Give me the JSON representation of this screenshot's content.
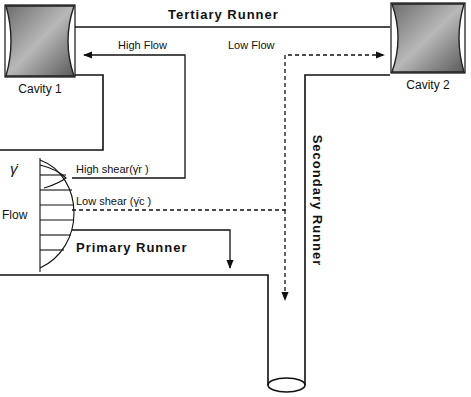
{
  "diagram": {
    "nodes": [
      {
        "text": [
          "Cavity 1"
        ]
      },
      {
        "text": [
          "Cavity 2"
        ]
      }
    ],
    "labels": [
      "Tertiary Runner",
      "High Flow",
      "Low Flow",
      "γ̇",
      "Flow",
      "High shear(γ̇r )",
      "Low shear (γ̇c )",
      "Primary Runner",
      "Secondary Runner"
    ]
  }
}
